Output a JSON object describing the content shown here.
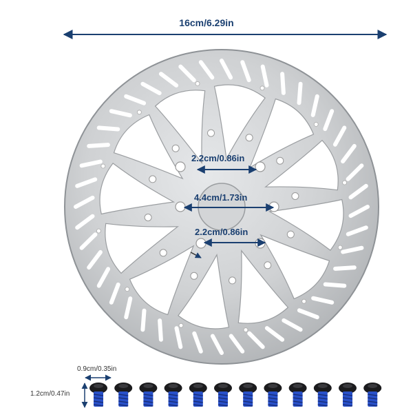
{
  "product": {
    "dimensions": {
      "rotor_diameter": "16cm/6.29in",
      "center_hole_top": "2.2cm/0.86in",
      "center_bolt_span": "4.4cm/1.73in",
      "center_hole_bottom": "2.2cm/0.86in",
      "screw_width": "0.9cm/0.35in",
      "screw_height": "1.2cm/0.47in"
    },
    "screw_count": 12,
    "colors": {
      "rotor_steel": "#c9cbcd",
      "dimension_line": "#1a3f70",
      "screw_body": "#1b1b1d",
      "thread_lock": "#2850c8"
    }
  }
}
